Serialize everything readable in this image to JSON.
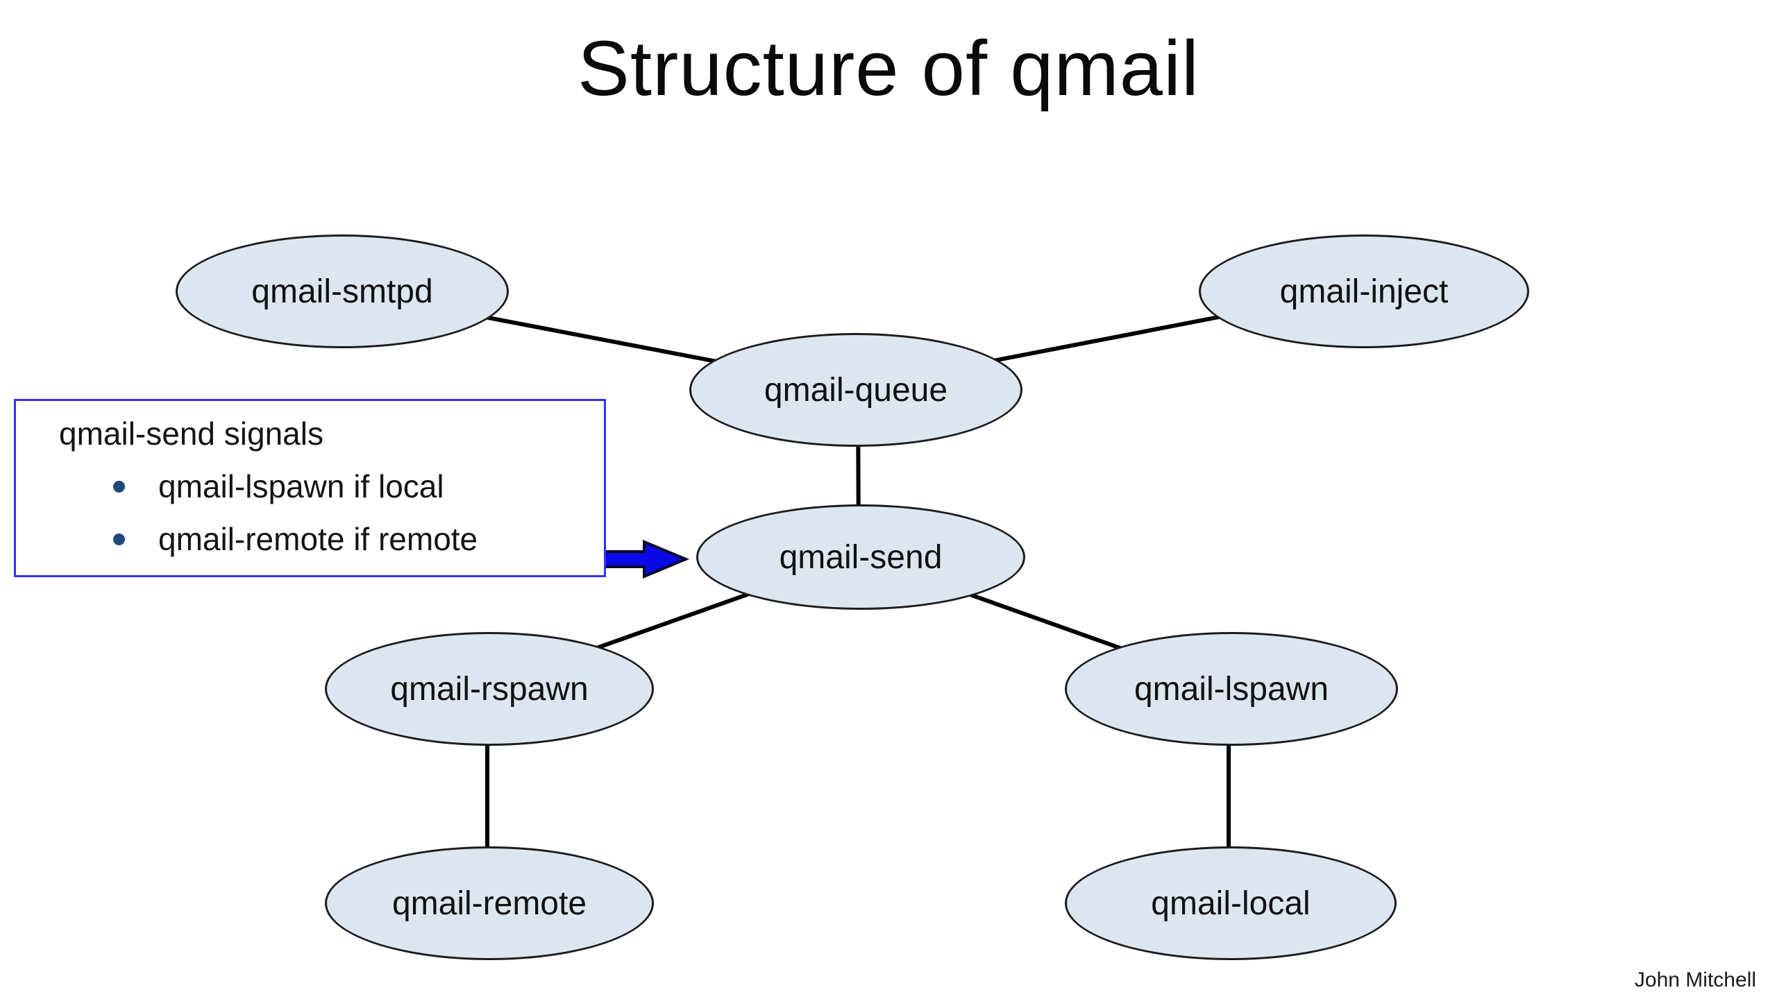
{
  "title": "Structure of qmail",
  "credit": "John Mitchell",
  "nodes": {
    "smtpd": {
      "label": "qmail-smtpd"
    },
    "inject": {
      "label": "qmail-inject"
    },
    "queue": {
      "label": "qmail-queue"
    },
    "send": {
      "label": "qmail-send"
    },
    "rspawn": {
      "label": "qmail-rspawn"
    },
    "lspawn": {
      "label": "qmail-lspawn"
    },
    "remote": {
      "label": "qmail-remote"
    },
    "local": {
      "label": "qmail-local"
    }
  },
  "edges": [
    {
      "from": "qmail-smtpd",
      "to": "qmail-queue"
    },
    {
      "from": "qmail-inject",
      "to": "qmail-queue"
    },
    {
      "from": "qmail-queue",
      "to": "qmail-send"
    },
    {
      "from": "qmail-send",
      "to": "qmail-rspawn"
    },
    {
      "from": "qmail-send",
      "to": "qmail-lspawn"
    },
    {
      "from": "qmail-rspawn",
      "to": "qmail-remote"
    },
    {
      "from": "qmail-lspawn",
      "to": "qmail-local"
    }
  ],
  "signals_box": {
    "heading": "qmail-send signals",
    "items": [
      "qmail-lspawn if local",
      "qmail-remote if remote"
    ]
  },
  "colors": {
    "node_fill": "#dce6f1",
    "node_border": "#1c1c1c",
    "edge": "#000000",
    "arrow_fill": "#0a0ae6",
    "arrow_outline": "#0a0a2e",
    "box_border": "#3232f5",
    "bullet": "#1f497d"
  }
}
